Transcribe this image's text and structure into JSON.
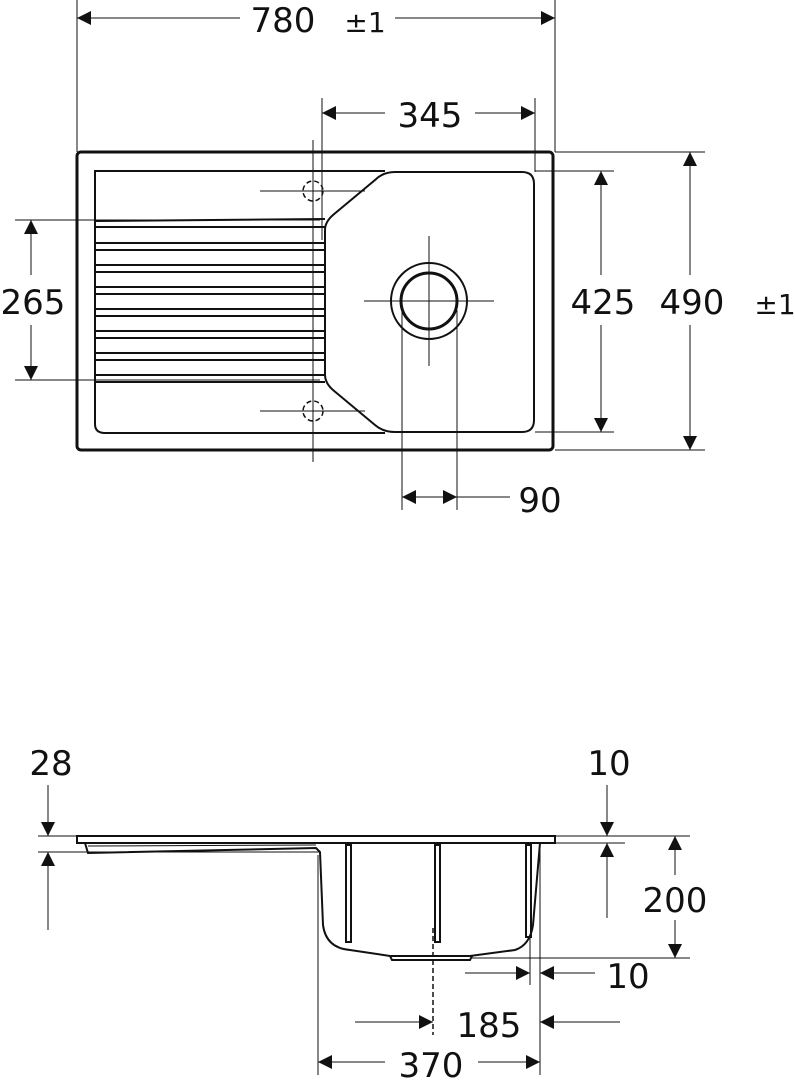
{
  "top_view": {
    "width_dim": "780",
    "width_tol": "±1",
    "bowl_offset_dim": "345",
    "drainer_ribs_dim": "265",
    "bowl_height_dim": "425",
    "height_dim": "490",
    "height_tol": "±1",
    "drain_dim": "90"
  },
  "side_view": {
    "rim_thickness_dim": "28",
    "lip_dim": "10",
    "depth_dim": "200",
    "wall_dim": "10",
    "drain_center_dim": "185",
    "bowl_width_dim": "370"
  }
}
